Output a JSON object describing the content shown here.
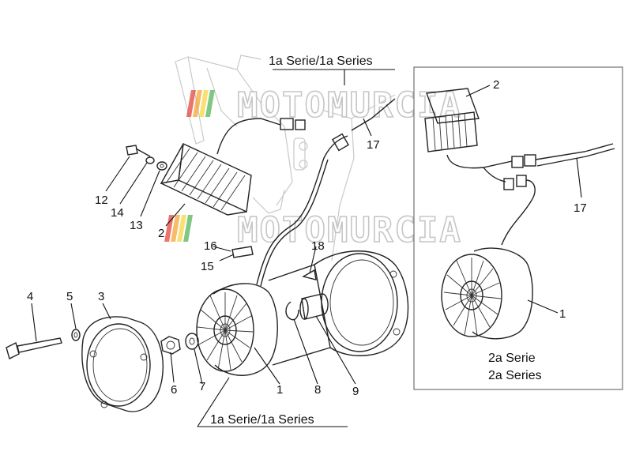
{
  "callouts": {
    "c1a": "1",
    "c1b": "1",
    "c2a": "2",
    "c2b": "2",
    "c3": "3",
    "c4": "4",
    "c5": "5",
    "c6": "6",
    "c7": "7",
    "c8": "8",
    "c9": "9",
    "c12": "12",
    "c13": "13",
    "c14": "14",
    "c15": "15",
    "c16": "16",
    "c17a": "17",
    "c17b": "17",
    "c18": "18"
  },
  "labels": {
    "series1_top": "1a Serie/1a Series",
    "series1_bottom": "1a Serie/1a Series",
    "series2_line1": "2a Serie",
    "series2_line2": "2a Series"
  },
  "watermark": {
    "text": "MOTOMURCIA",
    "colors": [
      "#e23a2e",
      "#f2a02a",
      "#f6d33b",
      "#4caf50"
    ]
  },
  "icons": [
    "regulator-rectifier",
    "stator",
    "rotor-flywheel",
    "cover",
    "bolt",
    "washer",
    "nut",
    "bushing",
    "circlip",
    "connector"
  ]
}
